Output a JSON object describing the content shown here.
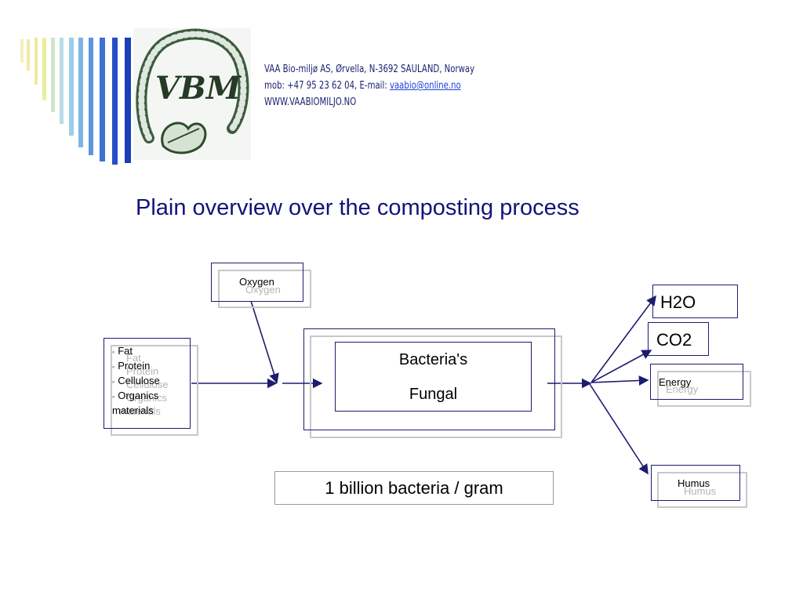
{
  "header": {
    "line1": "VAA Bio-miljø AS, Ørvella, N-3692 SAULAND, Norway",
    "line2_prefix": "mob: +47 95 23 62 04, E-mail: ",
    "email": "vaabio@online.no",
    "line3": "WWW.VAABIOMILJO.NO",
    "logo_text": "VBM"
  },
  "title": "Plain overview over the composting process",
  "diagram": {
    "oxygen": "Oxygen",
    "inputs": [
      "Fat",
      "Protein",
      "Cellulose",
      "Organics"
    ],
    "inputs_tail": "materials",
    "process_line1": "Bacteria's",
    "process_line2": "Fungal",
    "count_label": "1 billion bacteria / gram",
    "out_h2o": "H2O",
    "out_co2": "CO2",
    "out_energy": "Energy",
    "out_humus": "Humus"
  },
  "colors": {
    "title": "#13137a",
    "stripe_blue": "#2350c8",
    "stripe_yellow": "#f2e9a6",
    "box_border": "#1c1c70",
    "ghost": "#b4b4b4"
  }
}
